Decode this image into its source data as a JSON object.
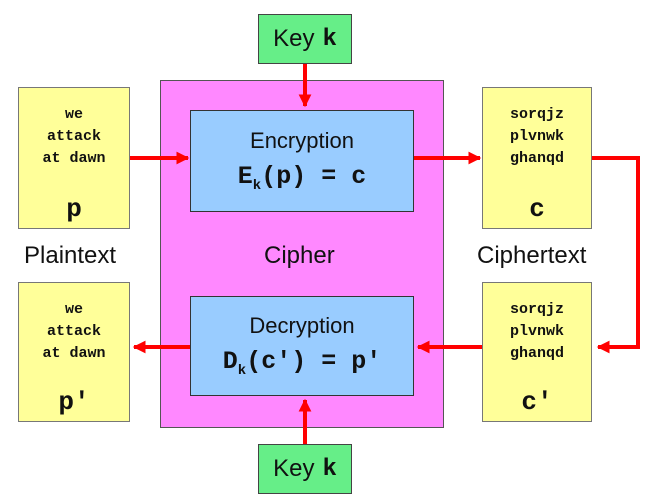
{
  "cipher": {
    "label": "Cipher"
  },
  "encryption": {
    "title": "Encryption",
    "formula_op": "E",
    "formula_sub": "k",
    "formula_rest": "(p) = c"
  },
  "decryption": {
    "title": "Decryption",
    "formula_op": "D",
    "formula_sub": "k",
    "formula_rest": "(c′) = p′"
  },
  "key_top": {
    "label": "Key",
    "var": "k"
  },
  "key_bottom": {
    "label": "Key",
    "var": "k"
  },
  "plaintext": {
    "label": "Plaintext",
    "top": {
      "lines": [
        "we",
        "attack",
        "at dawn"
      ],
      "var": "p"
    },
    "bottom": {
      "lines": [
        "we",
        "attack",
        "at dawn"
      ],
      "var": "p′"
    }
  },
  "ciphertext": {
    "label": "Ciphertext",
    "top": {
      "lines": [
        "sorqjz",
        "plvnwk",
        "ghanqd"
      ],
      "var": "c"
    },
    "bottom": {
      "lines": [
        "sorqjz",
        "plvnwk",
        "ghanqd"
      ],
      "var": "c′"
    }
  },
  "colors": {
    "arrow": "#ff0000",
    "cipher_bg": "#ff88ff",
    "op_bg": "#99ccff",
    "note_bg": "#ffff99",
    "key_bg": "#66ee88"
  }
}
